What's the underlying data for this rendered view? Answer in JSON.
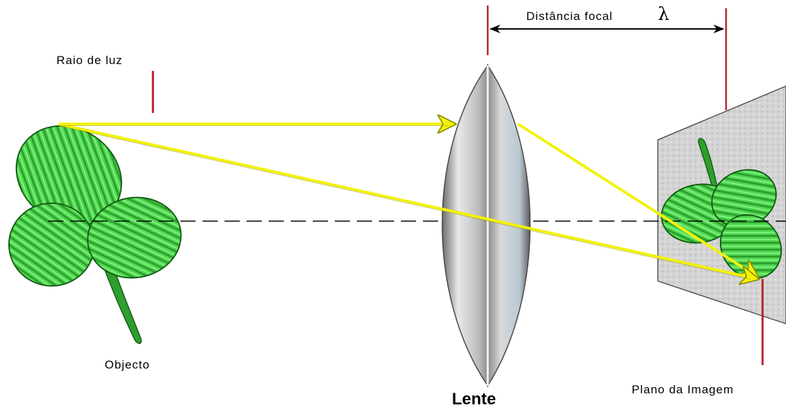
{
  "labels": {
    "focal_distance": "Distância focal",
    "focal_symbol": "λ",
    "light_ray": "Raio de luz",
    "object": "Objecto",
    "lens": "Lente",
    "image_plane": "Plano da Imagem"
  },
  "icons": {
    "object": "clover-icon",
    "image": "inverted-clover-icon"
  },
  "colors": {
    "ray": "#f2f20a",
    "marker": "#b3222c",
    "leaf_light": "#5fe35f",
    "leaf_dark": "#1f8a1f",
    "plane": "#cfcfcf",
    "lens": "#c4c4c4"
  }
}
